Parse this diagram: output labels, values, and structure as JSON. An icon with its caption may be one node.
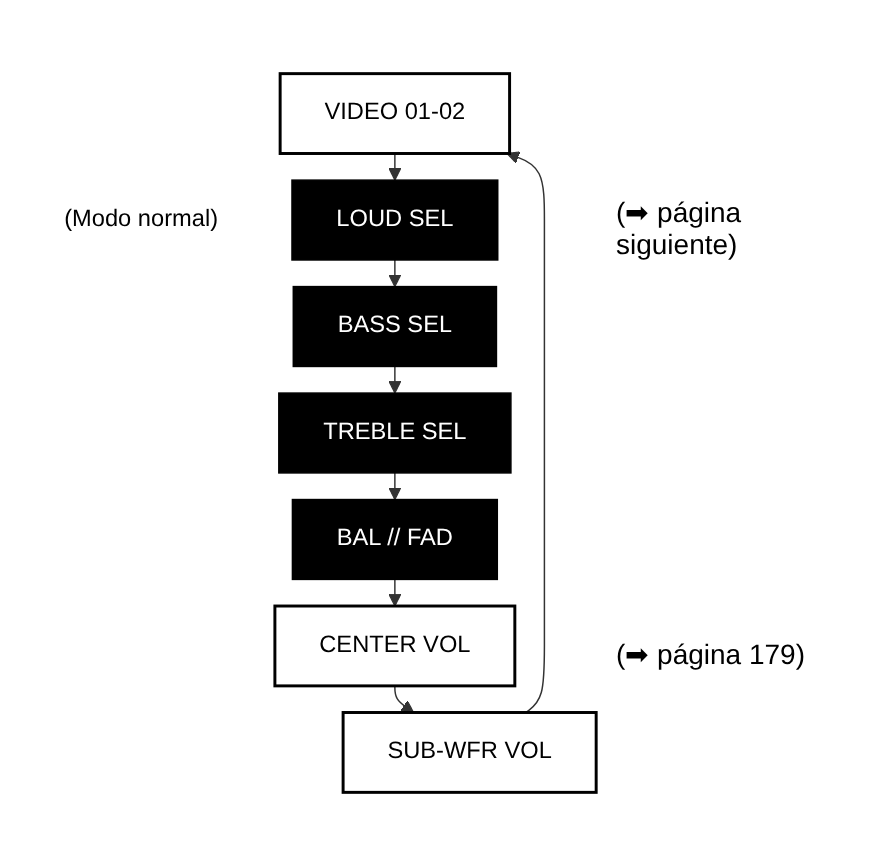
{
  "diagram": {
    "nodes": [
      {
        "text": [
          "VIDEO  01-02"
        ],
        "beside": [
          "(Modo normal)"
        ]
      },
      {
        "text": [
          "LOUD SEL"
        ]
      },
      {
        "text": [
          "BASS SEL"
        ]
      },
      {
        "text": [
          "TREBLE SEL"
        ]
      },
      {
        "text": [
          "BAL // FAD"
        ]
      },
      {
        "text": [
          "CENTER VOL"
        ]
      },
      {
        "text": [
          "SUB-WFR VOL"
        ]
      }
    ],
    "edges": [
      {
        "from": 0,
        "to": 1,
        "arrow": "to"
      },
      {
        "from": 1,
        "to": 2,
        "arrow": "to"
      },
      {
        "from": 2,
        "to": 3,
        "arrow": "to"
      },
      {
        "from": 3,
        "to": 4,
        "arrow": "to"
      },
      {
        "from": 4,
        "to": 5,
        "arrow": "to"
      },
      {
        "from": 5,
        "to": 6,
        "arrow": "to"
      },
      {
        "from": 6,
        "to": 0,
        "arrow": "to"
      }
    ],
    "labels": [
      "(➡ página siguiente)",
      "(➡ página 179)"
    ]
  }
}
